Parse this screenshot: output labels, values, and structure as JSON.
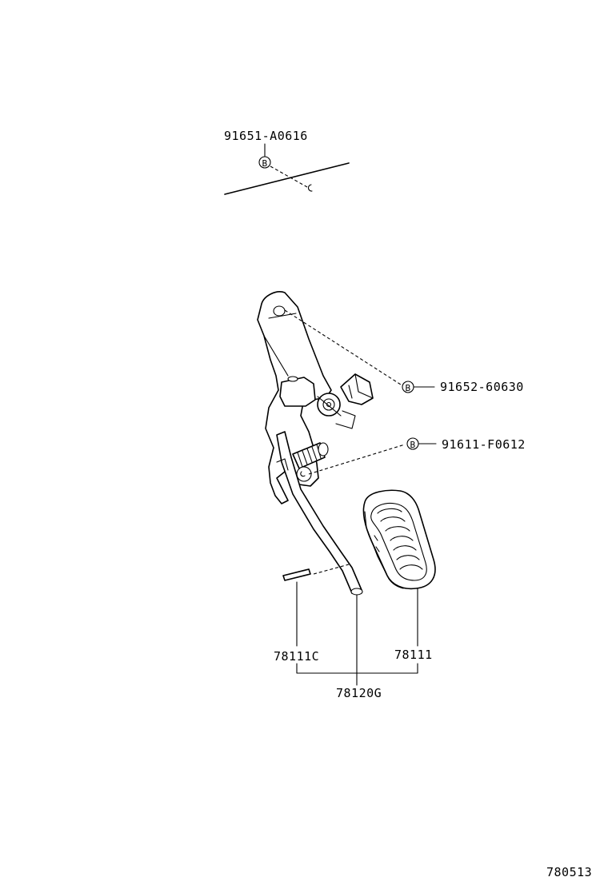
{
  "parts": {
    "bolt_top": "91651-A0616",
    "bolt_bracket": "91652-60630",
    "bolt_lower": "91611-F0612",
    "pin": "78111C",
    "pad": "78111",
    "pedal_assembly": "78120G"
  },
  "symbols": {
    "bolt_marker": "B"
  },
  "diagram_code": "780513"
}
